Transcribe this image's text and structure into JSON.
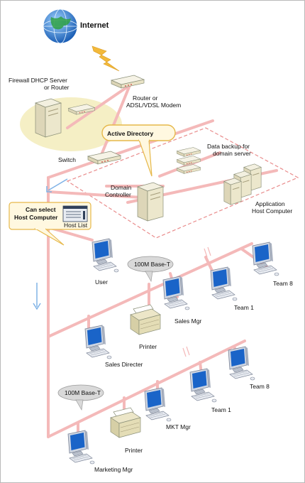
{
  "labels": {
    "internet": "Internet",
    "firewall_line1": "Firewall DHCP Server",
    "firewall_line2": "or Router",
    "router_line1": "Router or",
    "router_line2": "ADSL/VDSL Modem",
    "switch": "Switch",
    "active_directory": "Active Directory",
    "backup_line1": "Data backup for",
    "backup_line2": "domain server",
    "dc_line1": "Domain",
    "dc_line2": "Controller",
    "app_line1": "Application",
    "app_line2": "Host Computer",
    "can_select_line1": "Can select",
    "can_select_line2": "Host Computer",
    "host_list": "Host List",
    "net_upper": "100M Base-T",
    "net_lower": "100M Base-T",
    "user": "User",
    "team8_a": "Team 8",
    "team1_a": "Team 1",
    "sales_mgr": "Sales Mgr",
    "printer_a": "Printer",
    "sales_director": "Sales Directer",
    "team8_b": "Team 8",
    "team1_b": "Team 1",
    "mkt_mgr": "MKT Mgr",
    "printer_b": "Printer",
    "marketing_mgr": "Marketing Mgr"
  },
  "colors": {
    "cable": "#f4b9b9",
    "domain_dash": "#e98c8c",
    "highlight": "#f5efc5",
    "callout_border": "#e6b84a",
    "callout_fill": "#fff8e0",
    "arrow_blue": "#7fb2e6",
    "screen_blue": "#1a64c8",
    "globe_blue": "#2f78c8",
    "lightning": "#f3b93a"
  }
}
